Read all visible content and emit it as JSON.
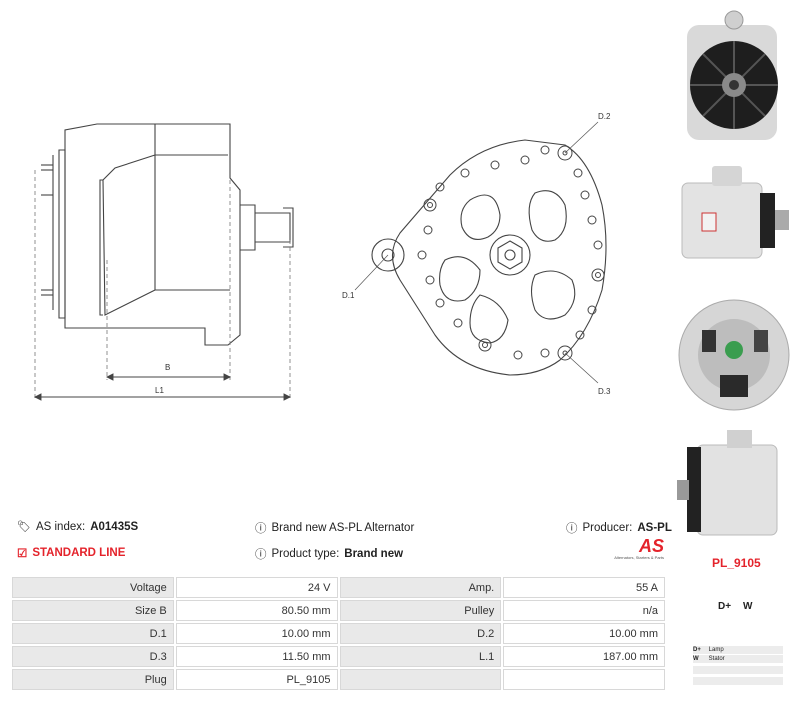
{
  "drawing": {
    "dim_b": "B",
    "dim_l1": "L1",
    "dim_d1": "D.1",
    "dim_d2": "D.2",
    "dim_d3": "D.3"
  },
  "info": {
    "as_index_label": "AS index:",
    "as_index_value": "A01435S",
    "brand_line": "Brand new AS-PL Alternator",
    "producer_label": "Producer:",
    "producer_value": "AS-PL",
    "standard_line": "STANDARD LINE",
    "product_type_label": "Product type:",
    "product_type_value": "Brand new",
    "logo_text": "AS",
    "logo_tagline": "Alternators, Starters & Parts",
    "plug_code": "PL_9105"
  },
  "specs": [
    {
      "k1": "Voltage",
      "v1": "24 V",
      "k2": "Amp.",
      "v2": "55 A"
    },
    {
      "k1": "Size B",
      "v1": "80.50 mm",
      "k2": "Pulley",
      "v2": "n/a"
    },
    {
      "k1": "D.1",
      "v1": "10.00 mm",
      "k2": "D.2",
      "v2": "10.00 mm"
    },
    {
      "k1": "D.3",
      "v1": "11.50 mm",
      "k2": "L.1",
      "v2": "187.00 mm"
    },
    {
      "k1": "Plug",
      "v1": "PL_9105",
      "k2": "",
      "v2": ""
    }
  ],
  "plug": {
    "pins": [
      "D+",
      "W"
    ],
    "legend": [
      {
        "pin": "D+",
        "desc": "Lamp"
      },
      {
        "pin": "W",
        "desc": "Stator"
      }
    ]
  },
  "colors": {
    "accent_red": "#e4232b",
    "label_bg": "#e9e9e9"
  }
}
